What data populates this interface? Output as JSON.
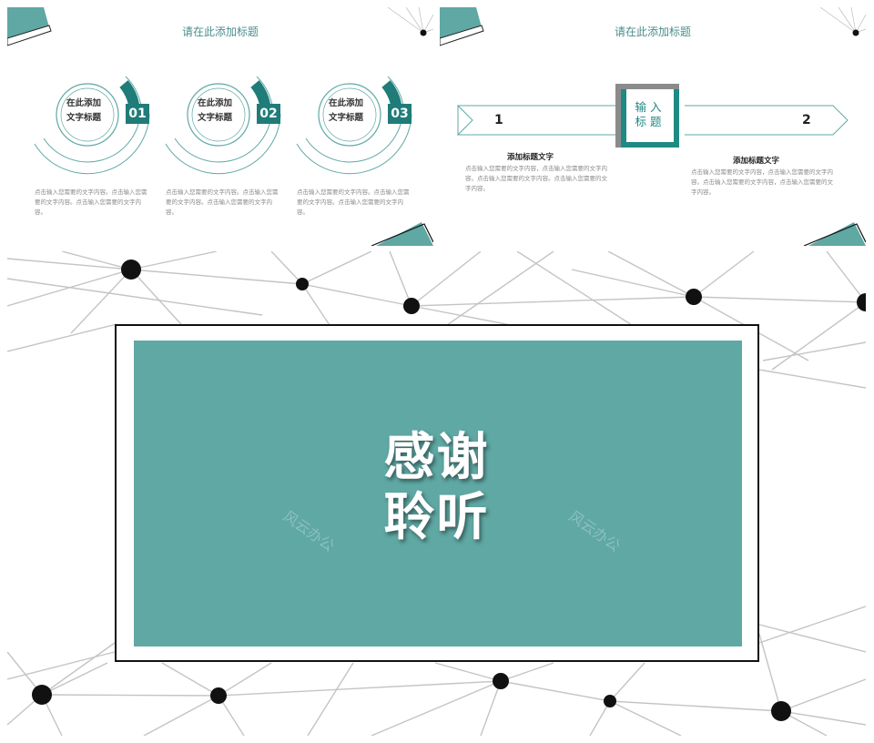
{
  "slide1": {
    "title": "请在此添加标题",
    "items": [
      {
        "title_line1": "在此添加",
        "title_line2": "文字标题",
        "number": "01",
        "desc": "点击输入您需要的文字内容。点击输入您需要的文字内容。点击输入您需要的文字内容。"
      },
      {
        "title_line1": "在此添加",
        "title_line2": "文字标题",
        "number": "02",
        "desc": "点击输入您需要的文字内容。点击输入您需要的文字内容。点击输入您需要的文字内容。"
      },
      {
        "title_line1": "在此添加",
        "title_line2": "文字标题",
        "number": "03",
        "desc": "点击输入您需要的文字内容。点击输入您需要的文字内容。点击输入您需要的文字内容。"
      }
    ]
  },
  "slide2": {
    "title": "请在此添加标题",
    "left_number": "1",
    "right_number": "2",
    "center_line1": "输入",
    "center_line2": "标题",
    "left_subtitle": "添加标题文字",
    "left_desc": "点击输入您需要的文字内容，点击输入您需要的文字内容。点击输入您需要的文字内容。点击输入您需要的文字内容。",
    "right_subtitle": "添加标题文字",
    "right_desc": "点击输入您需要的文字内容，点击输入您需要的文字内容。点击输入您需要的文字内容，点击输入您需要的文字内容。"
  },
  "slide3": {
    "line1": "感谢",
    "line2": "聆听",
    "watermark": "风云办公"
  },
  "colors": {
    "teal": "#5fa8a4",
    "dark_teal": "#1f7c78",
    "title_teal": "#4a8f8c",
    "gray_border": "#8b8b8b"
  }
}
